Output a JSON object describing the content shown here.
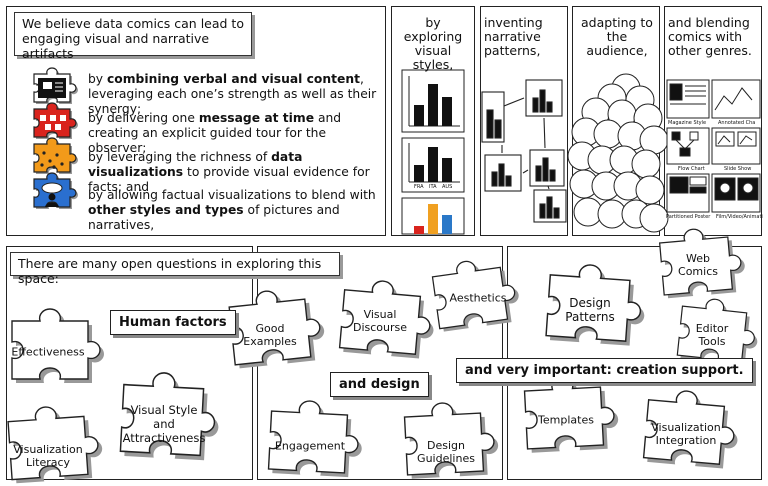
{
  "intro": {
    "caption_line1": "We believe data comics can lead to",
    "caption_line2": "engaging visual and narrative artifacts",
    "bullet1_pre": "by ",
    "bullet1_bold": "combining verbal and visual content",
    "bullet1_post": ", leveraging each one’s strength as well as their synergy;",
    "bullet2_pre": "by delivering one ",
    "bullet2_bold": "message at time",
    "bullet2_post": " and creating an explicit guided tour for the observer;",
    "bullet3_pre": "by leveraging the richness of ",
    "bullet3_bold": "data visualizations",
    "bullet3_post": " to provide visual evidence for facts; and",
    "bullet4_pre": "by allowing factual visualizations to blend with ",
    "bullet4_bold": "other styles and types",
    "bullet4_post": " of pictures and narratives,"
  },
  "top_panels": {
    "styles": "by exploring visual styles,",
    "narrative": "inventing narrative patterns,",
    "audience": "adapting to the audience,",
    "blending": "and blending comics with other genres."
  },
  "chart_labels": [
    "FRA",
    "ITA",
    "AUS"
  ],
  "genres": {
    "magazine": "Magazine Style",
    "annotated": "Annotated Cha",
    "flow": "Flow Chart",
    "slideshow": "Slide Show",
    "partitioned": "Partitioned Poster",
    "film": "Film/Video/Animati"
  },
  "bottom": {
    "caption": "There are many open questions in exploring this space:",
    "human_factors": "Human factors",
    "and_design": "and design",
    "creation_support": "and very important: creation support.",
    "pieces": {
      "effectiveness": "Effectiveness",
      "literacy_l1": "Visualization",
      "literacy_l2": "Literacy",
      "visual_style_l1": "Visual Style",
      "visual_style_l2": "and",
      "visual_style_l3": "Attractiveness",
      "good_examples_l1": "Good",
      "good_examples_l2": "Examples",
      "visual_discourse_l1": "Visual",
      "visual_discourse_l2": "Discourse",
      "aesthetics": "Aesthetics",
      "engagement": "Engagement",
      "design_guidelines_l1": "Design",
      "design_guidelines_l2": "Guidelines",
      "design_patterns_l1": "Design",
      "design_patterns_l2": "Patterns",
      "web_comics_l1": "Web",
      "web_comics_l2": "Comics",
      "editor_tools_l1": "Editor",
      "editor_tools_l2": "Tools",
      "templates": "Templates",
      "vis_integration_l1": "Visualization",
      "vis_integration_l2": "Integration"
    }
  },
  "colors": {
    "red": "#d9231d",
    "orange": "#f29a1a",
    "blue": "#2a6fcf",
    "bar_orange": "#f0a021",
    "bar_blue": "#2a78c8"
  }
}
